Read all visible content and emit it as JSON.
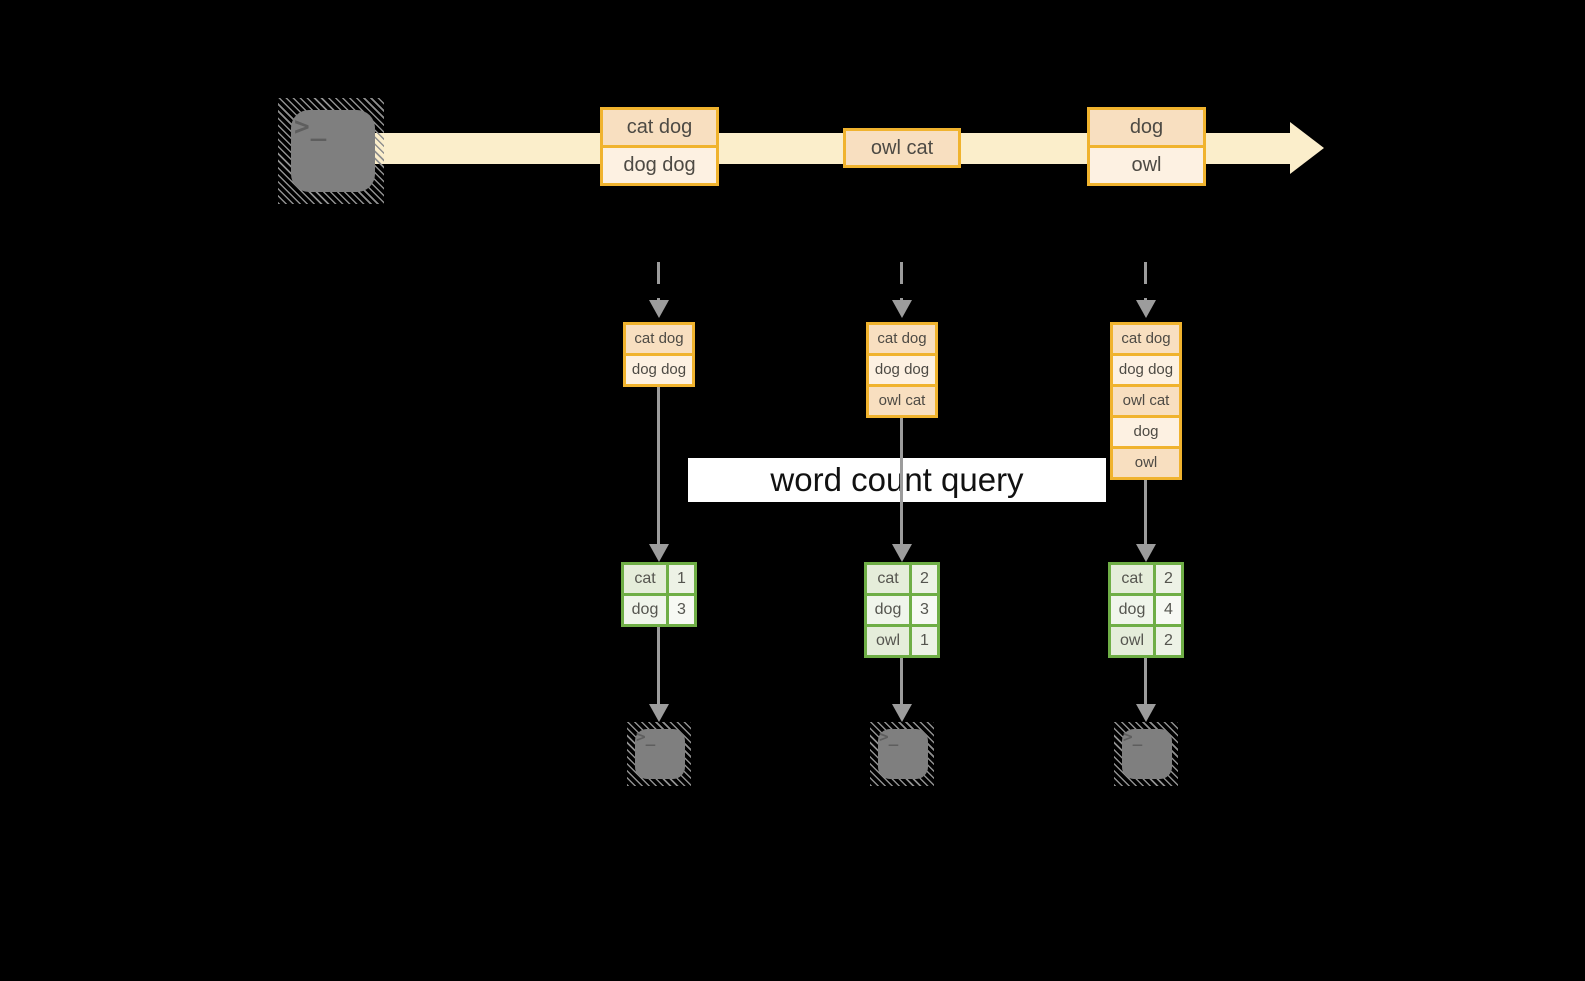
{
  "colors": {
    "background": "#000000",
    "stream_band": "#fbeecb",
    "record_box_border": "#f0b32e",
    "record_fill_dark": "#f8dfc0",
    "record_fill_light": "#fdf1e2",
    "table_border_green": "#6fae46",
    "table_cell_green_dark": "#e5edda",
    "table_cell_green_light": "#f0f5eb",
    "arrow_gray": "#9c9c9c",
    "terminal_gray": "#7f7f7f",
    "banner_bg": "#ffffff",
    "banner_text": "#111111"
  },
  "source": {
    "icon": "terminal-icon",
    "glyph": ">_"
  },
  "stream": {
    "batches": [
      {
        "lines": [
          "cat dog",
          "dog dog"
        ]
      },
      {
        "lines": [
          "owl cat"
        ]
      },
      {
        "lines": [
          "dog",
          "owl"
        ]
      }
    ]
  },
  "query_banner": {
    "label": "word count query"
  },
  "columns": [
    {
      "buffer": [
        "cat dog",
        "dog dog"
      ],
      "counts": [
        {
          "word": "cat",
          "count": "1"
        },
        {
          "word": "dog",
          "count": "3"
        }
      ],
      "sink": {
        "icon": "terminal-icon",
        "glyph": ">_"
      }
    },
    {
      "buffer": [
        "cat dog",
        "dog dog",
        "owl cat"
      ],
      "counts": [
        {
          "word": "cat",
          "count": "2"
        },
        {
          "word": "dog",
          "count": "3"
        },
        {
          "word": "owl",
          "count": "1"
        }
      ],
      "sink": {
        "icon": "terminal-icon",
        "glyph": ">_"
      }
    },
    {
      "buffer": [
        "cat dog",
        "dog dog",
        "owl cat",
        "dog",
        "owl"
      ],
      "counts": [
        {
          "word": "cat",
          "count": "2"
        },
        {
          "word": "dog",
          "count": "4"
        },
        {
          "word": "owl",
          "count": "2"
        }
      ],
      "sink": {
        "icon": "terminal-icon",
        "glyph": ">_"
      }
    }
  ]
}
